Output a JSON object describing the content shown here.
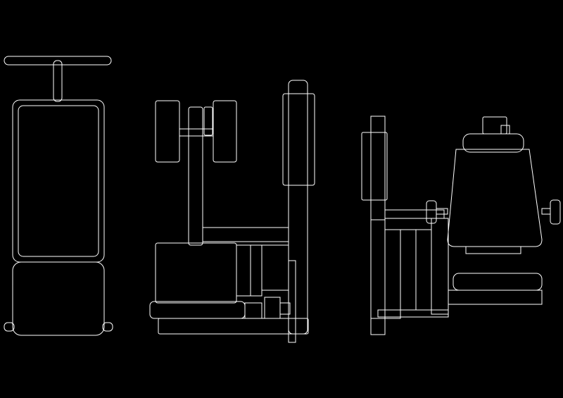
{
  "drawing": {
    "background_color": "#000000",
    "line_color": "#ffffff",
    "views": [
      {
        "id": "front-view"
      },
      {
        "id": "side-view"
      },
      {
        "id": "rear-view"
      }
    ]
  }
}
